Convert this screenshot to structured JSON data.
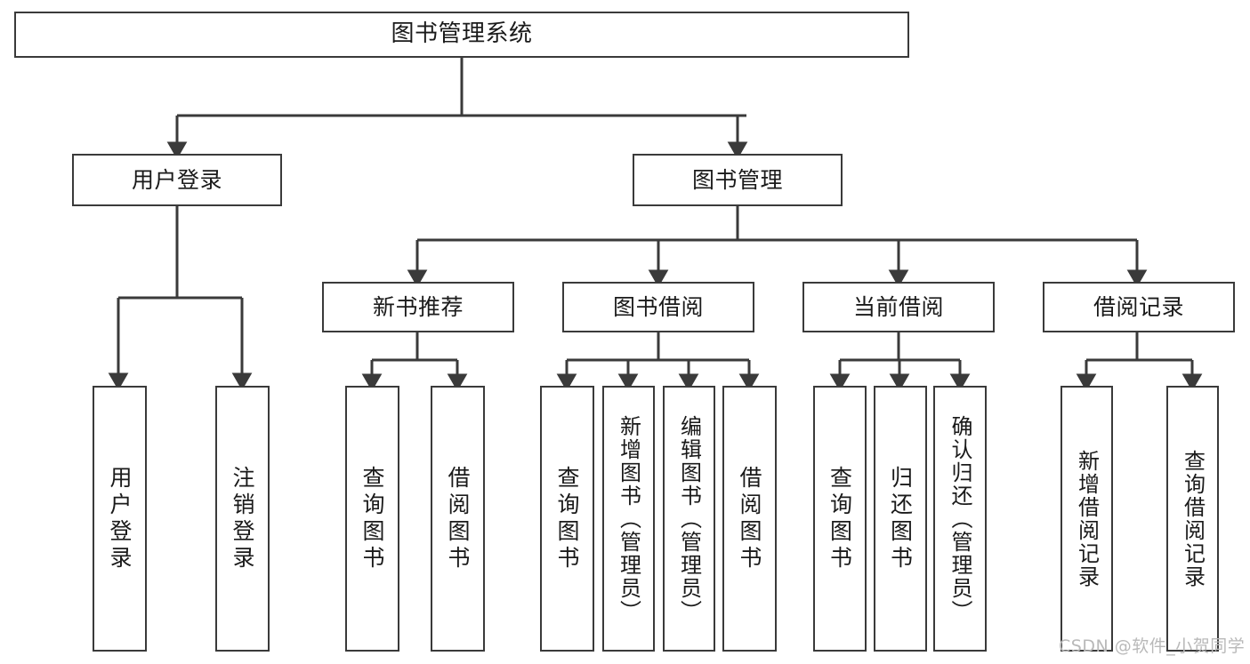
{
  "diagram": {
    "title": "图书管理系统",
    "type": "tree-hierarchy-diagram",
    "colors": {
      "box_stroke": "#3a3a3a",
      "box_fill": "#ffffff",
      "connector": "#3a3a3a",
      "watermark": "#b9b9b9",
      "background": "#ffffff"
    },
    "root": {
      "label": "图书管理系统"
    },
    "level2": [
      {
        "label": "用户登录"
      },
      {
        "label": "图书管理"
      }
    ],
    "level3": [
      {
        "label": "新书推荐"
      },
      {
        "label": "图书借阅"
      },
      {
        "label": "当前借阅"
      },
      {
        "label": "借阅记录"
      }
    ],
    "leaves": {
      "user_login": [
        {
          "label": "用户登录"
        },
        {
          "label": "注销登录"
        }
      ],
      "new_book_recommend": [
        {
          "label": "查询图书"
        },
        {
          "label": "借阅图书"
        }
      ],
      "book_borrow": [
        {
          "label": "查询图书"
        },
        {
          "label": "新增图书（管理员）"
        },
        {
          "label": "编辑图书（管理员）"
        },
        {
          "label": "借阅图书"
        }
      ],
      "current_borrow": [
        {
          "label": "查询图书"
        },
        {
          "label": "归还图书"
        },
        {
          "label": "确认归还（管理员）"
        }
      ],
      "borrow_record": [
        {
          "label": "新增借阅记录"
        },
        {
          "label": "查询借阅记录"
        }
      ]
    },
    "watermark": "CSDN @软件_小贺同学"
  }
}
